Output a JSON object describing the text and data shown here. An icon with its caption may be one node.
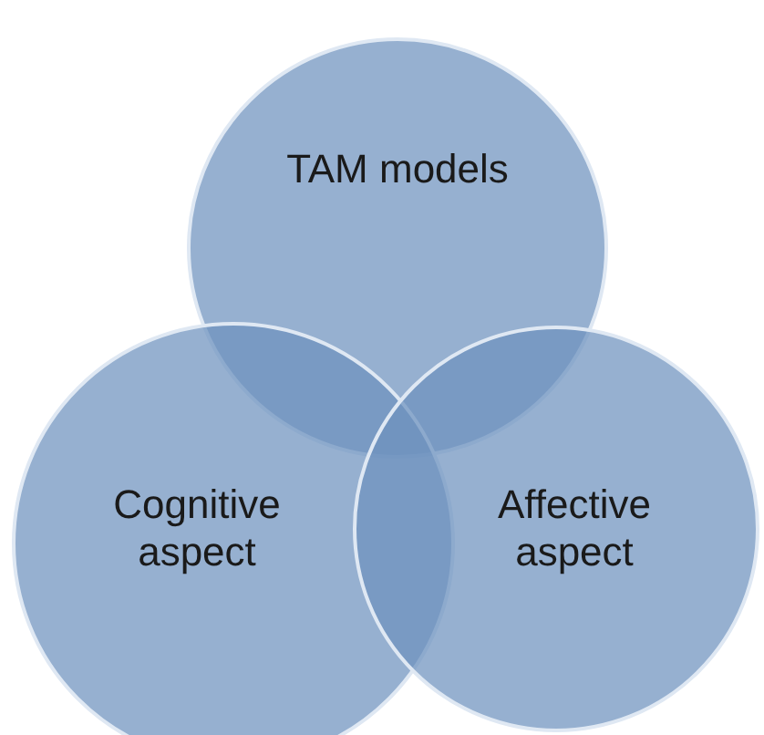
{
  "diagram": {
    "nodes": [
      {
        "text": [
          "TAM models"
        ]
      },
      {
        "text": [
          "Cognitive aspect"
        ]
      },
      {
        "text": [
          "Affective aspect"
        ]
      }
    ]
  }
}
